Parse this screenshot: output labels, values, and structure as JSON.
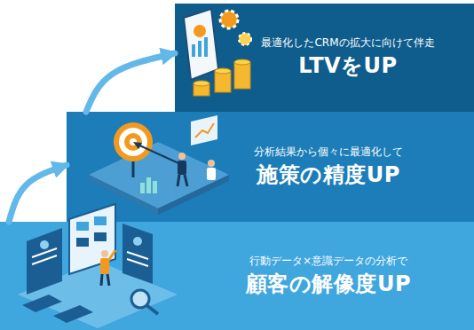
{
  "diagram": {
    "nodes": [
      {
        "text": [
          "最適化したCRMの拡大に向けて伴走",
          "LTVをUP"
        ]
      },
      {
        "text": [
          "分析結果から個々に最適化して",
          "施策の精度UP"
        ]
      },
      {
        "text": [
          "行動データ×意識データの分析で",
          "顧客の解像度UP"
        ]
      }
    ],
    "edges": [
      {
        "from": 2,
        "to": 1,
        "arrow": "to"
      },
      {
        "from": 1,
        "to": 0,
        "arrow": "to"
      }
    ]
  }
}
